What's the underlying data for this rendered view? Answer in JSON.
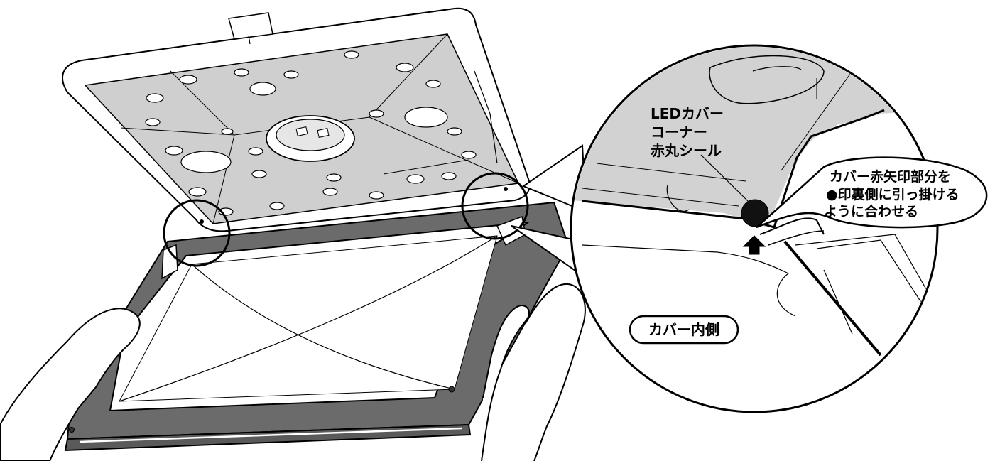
{
  "callout_zoom": {
    "sticker_label_lines": [
      "LEDカバー",
      "コーナー",
      "赤丸シール"
    ],
    "instruction_lines": [
      "カバー赤矢印部分を",
      "●印裏側に引っ掛ける",
      "ように合わせる"
    ],
    "inner_side_label": "カバー内側"
  },
  "colors": {
    "panel_gray": "#cfcfcf",
    "frame_dark": "#6b6b6b",
    "outline": "#000000",
    "zoom_gray": "#d2d2d2"
  }
}
